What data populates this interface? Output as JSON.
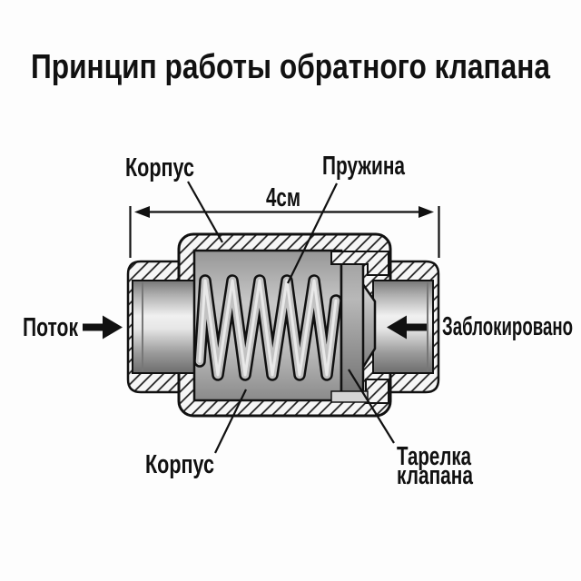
{
  "title": "Принцип работы обратного клапана",
  "labels": {
    "housing_top": "Корпус",
    "spring": "Пружина",
    "housing_bottom": "Корпус",
    "valve_disc_line1": "Тарелка",
    "valve_disc_line2": "клапана",
    "flow": "Поток",
    "blocked": "Заблокировано"
  },
  "dimension": {
    "value": "4см"
  },
  "icons": {
    "flow_arrow": "right-arrow",
    "blocked_arrow": "left-arrow"
  },
  "colors": {
    "background": "#fdfdfd",
    "ink": "#111111",
    "hatch_line": "#1a1a1a",
    "metal_light": "#f0f0f0",
    "metal_mid": "#b5b5b5",
    "metal_dark": "#6d6d6d",
    "chamber_gray": "#c8c8c8",
    "disc_gray": "#8d8d8d"
  }
}
